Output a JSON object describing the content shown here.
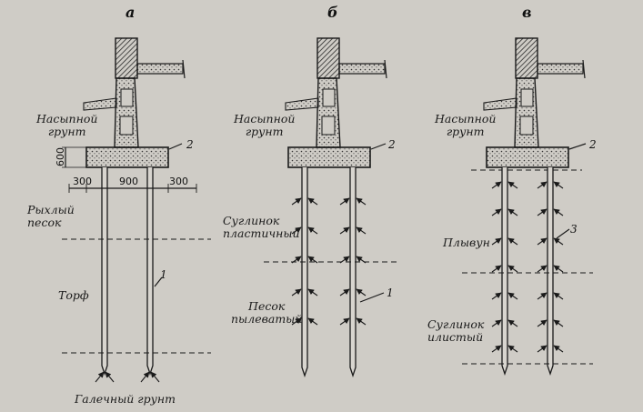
{
  "panels": [
    {
      "letter": "а",
      "fill": "Насыпной\nгрунт",
      "layers": [
        "Рыхлый\nпесок",
        "Торф",
        "Галечный грунт"
      ],
      "callout_grillage": "2",
      "callout_pile": "1"
    },
    {
      "letter": "б",
      "fill": "Насыпной\nгрунт",
      "layers": [
        "Суглинок\nпластичный",
        "Песок\nпылеватый"
      ],
      "callout_grillage": "2",
      "callout_pile": "1"
    },
    {
      "letter": "в",
      "fill": "Насыпной\nгрунт",
      "layers": [
        "Плывун",
        "Суглинок\nилистый"
      ],
      "callout_grillage": "2",
      "callout_pile": "3"
    }
  ],
  "dimensions": {
    "height": "600",
    "left": "300",
    "middle": "900",
    "right": "300"
  },
  "colors": {
    "background": "#cfccc6",
    "ink": "#1a1a1a",
    "hatch": "#2a2a2a"
  }
}
